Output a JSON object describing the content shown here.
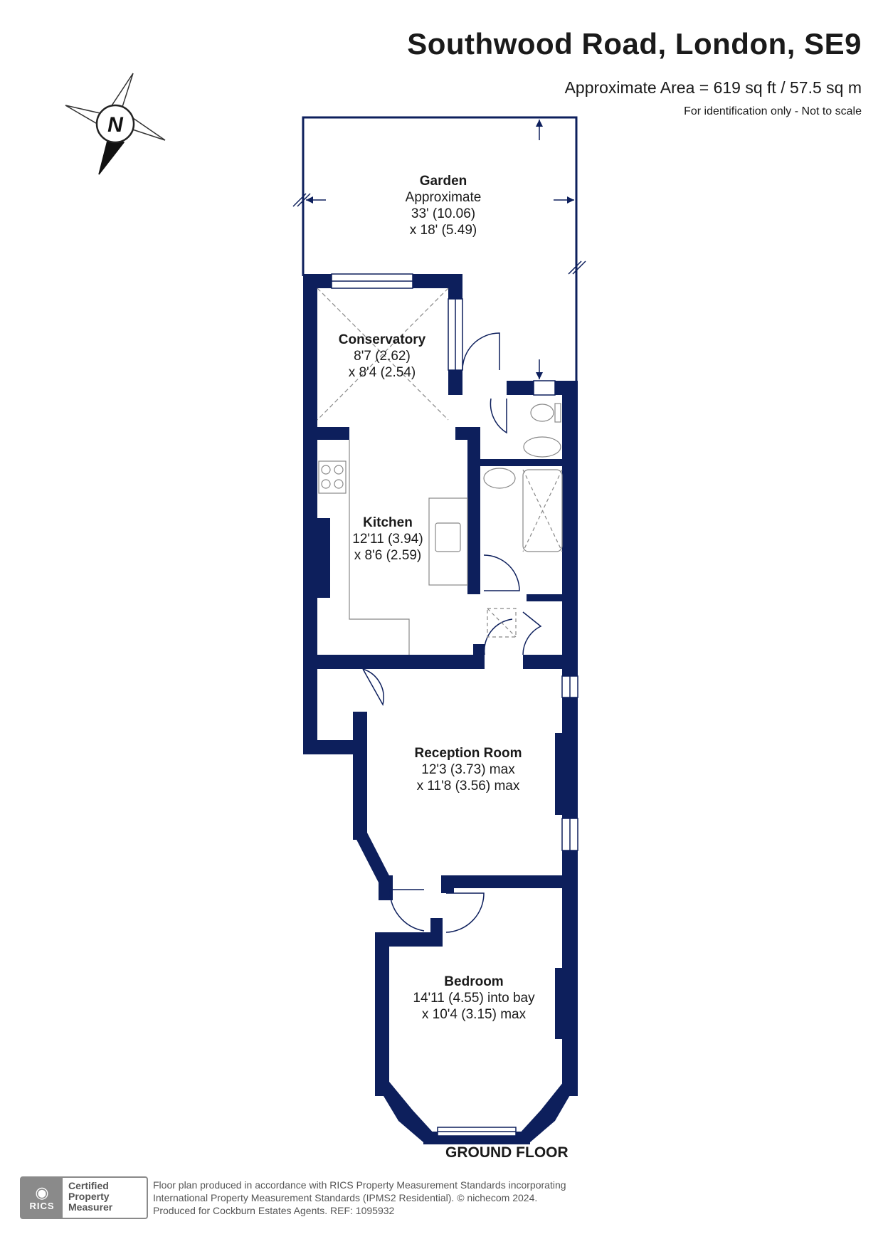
{
  "header": {
    "title": "Southwood Road, London, SE9",
    "area": "Approximate Area = 619 sq ft / 57.5 sq m",
    "note": "For identification only - Not to scale"
  },
  "compass": {
    "letter": "N",
    "icon": "compass-icon"
  },
  "rooms": {
    "garden": {
      "name": "Garden",
      "lines": [
        "Approximate",
        "33' (10.06)",
        "x 18' (5.49)"
      ]
    },
    "conservatory": {
      "name": "Conservatory",
      "lines": [
        "8'7 (2.62)",
        "x 8'4 (2.54)"
      ]
    },
    "kitchen": {
      "name": "Kitchen",
      "lines": [
        "12'11 (3.94)",
        "x 8'6 (2.59)"
      ]
    },
    "reception": {
      "name": "Reception Room",
      "lines": [
        "12'3 (3.73) max",
        "x 11'8 (3.56) max"
      ]
    },
    "bedroom": {
      "name": "Bedroom",
      "lines": [
        "14'11 (4.55) into bay",
        "x 10'4 (3.15) max"
      ]
    }
  },
  "floor_label": "GROUND FLOOR",
  "colors": {
    "wall": "#0d1f5c",
    "fixture": "#888888"
  },
  "footer": {
    "badge_logo": "RICS",
    "badge_lines": [
      "Certified",
      "Property",
      "Measurer"
    ],
    "credits": [
      "Floor plan produced in accordance with RICS Property Measurement Standards incorporating",
      "International Property Measurement Standards (IPMS2 Residential).   © nichecom 2024.",
      "Produced for Cockburn Estates Agents.   REF:  1095932"
    ]
  }
}
